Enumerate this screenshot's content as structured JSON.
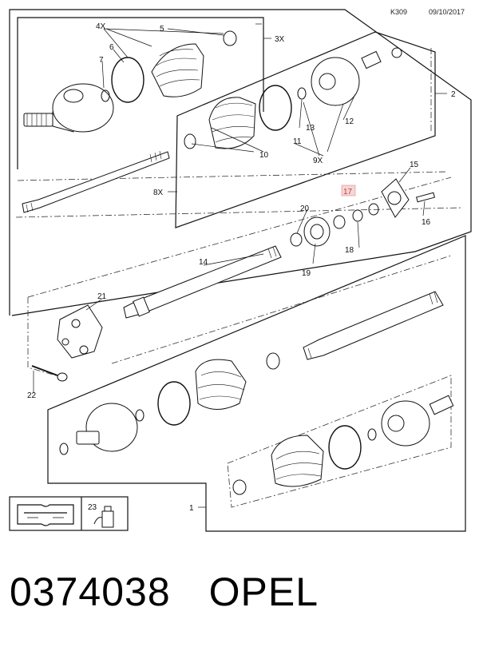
{
  "header": {
    "ref": "K309",
    "date": "09/10/2017"
  },
  "callouts": {
    "c1": "1",
    "c2": "2",
    "c3x": "3X",
    "c4x": "4X",
    "c5": "5",
    "c6": "6",
    "c7": "7",
    "c8x": "8X",
    "c9x": "9X",
    "c10": "10",
    "c11": "11",
    "c12": "12",
    "c13": "13",
    "c14": "14",
    "c15": "15",
    "c16": "16",
    "c17": "17",
    "c18": "18",
    "c19": "19",
    "c20": "20",
    "c21": "21",
    "c22": "22",
    "c23": "23"
  },
  "highlight": {
    "callout": "17",
    "color": "#d88"
  },
  "footer": {
    "part_number": "0374038",
    "brand": "OPEL"
  }
}
